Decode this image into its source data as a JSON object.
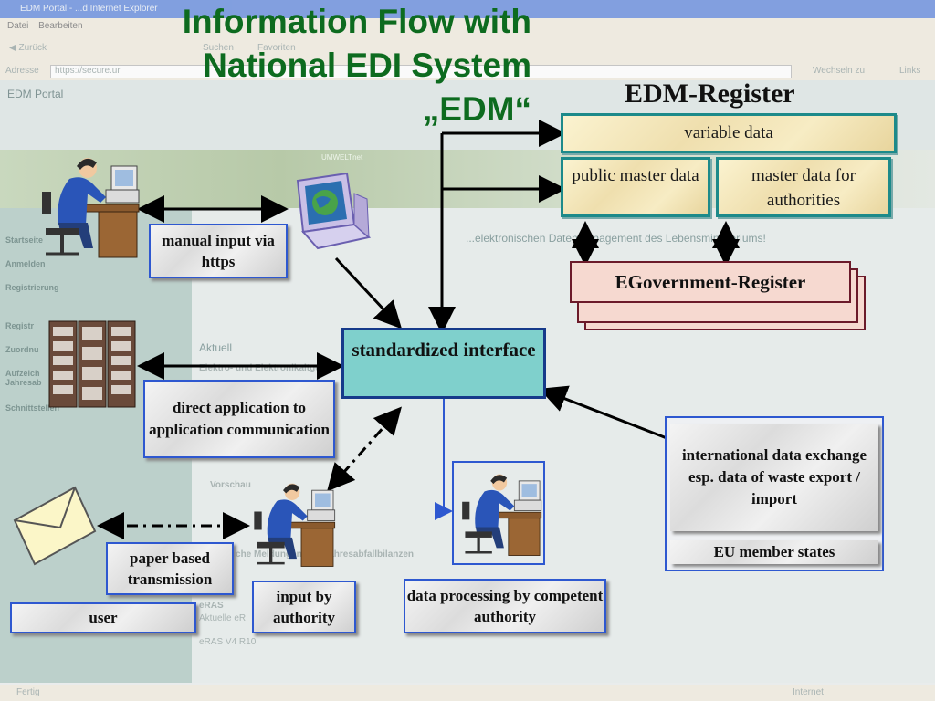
{
  "browser": {
    "window_title": "EDM Portal - ...d Internet Explorer",
    "menu": [
      "Datei",
      "Bearbeiten"
    ],
    "toolbar": {
      "back": "Zurück",
      "search": "Suchen",
      "favorites": "Favoriten"
    },
    "address_label": "Adresse",
    "address_value": "https://secure.ur",
    "go_label": "Wechseln zu",
    "links_label": "Links",
    "status_left": "Fertig",
    "status_right": "Internet"
  },
  "portal": {
    "title": "EDM Portal",
    "banner_tag": "UMWELTnet",
    "sidebar": [
      "Startseite",
      "Anmelden",
      "Registrierung",
      "Registr",
      "Zuordnu",
      "Aufzeich Jahresab",
      "Schnittstellen"
    ],
    "headline": "...elektronischen Datenmanagement des Lebensministeriums!",
    "section_aktuell": "Aktuell",
    "section_elektro": "Elektro- und Elektronikaltgeräte",
    "section_vorschau": "Vorschau",
    "section_betrieb": "Betriebliche Meldungen und Jahresabfallbilanzen",
    "section_eras": "eRAS",
    "section_eras_sub": "Aktuelle eR",
    "section_eras_ver": "eRAS V4 R10"
  },
  "diagram": {
    "title": "Information Flow with National EDI System „EDM“",
    "title_line1": "Information Flow with",
    "title_line2": "National EDI System",
    "title_line3": "„EDM“",
    "register_title": "EDM-Register",
    "variable_data": "variable data",
    "public_master_data": "public master data",
    "master_data_authorities": "master data for authorities",
    "egov_register": "EGovernment-Register",
    "std_interface": "standardized interface",
    "manual_input": "manual input via https",
    "direct_app": "direct application to application communication",
    "paper_based": "paper based transmission",
    "user": "user",
    "input_authority": "input by authority",
    "data_processing": "data processing by competent authority",
    "intl_exchange": "international data exchange esp. data of waste export / import",
    "eu_states": "EU member states"
  },
  "colors": {
    "title_green": "#0d6b1f",
    "interface_teal": "#7fd0cc",
    "border_blue": "#2e58d0",
    "egov_pink": "#f6d9d0"
  },
  "icons": [
    "person-at-computer-icon",
    "web-browser-computer-icon",
    "server-rack-icon",
    "envelope-icon"
  ]
}
